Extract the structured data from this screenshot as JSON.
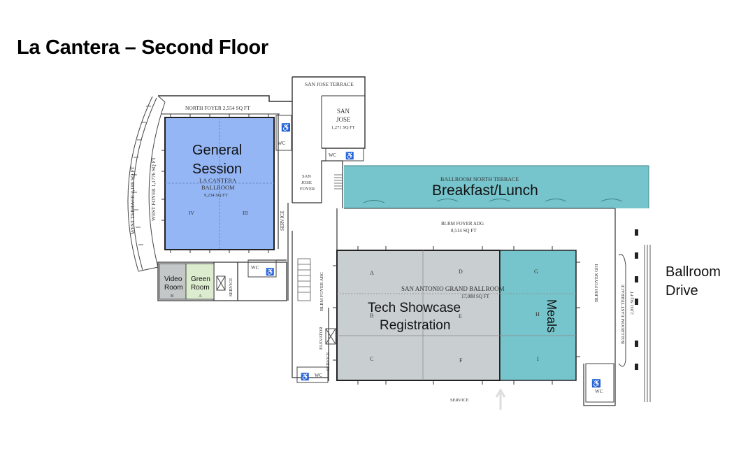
{
  "title": "La Cantera – Second Floor",
  "labels": {
    "san_jose_terrace": "SAN JOSE TERRACE",
    "north_foyer": "NORTH FOYER 2,554 SQ FT",
    "san_jose": "SAN",
    "san_jose_2": "JOSE",
    "san_jose_sqft": "1,271 SQ FT",
    "wc": "WC",
    "west_terrace": "WEST TERRACE 2,188 SQ FT",
    "west_foyer": "WEST FOYER 1,1776 SQ FT",
    "la_cantera_ballroom_1": "LA CANTERA",
    "la_cantera_ballroom_2": "BALLROOM",
    "la_cantera_sqft": "9,234 SQ FT",
    "room_iv": "IV",
    "room_iii": "III",
    "san_jose_foyer_1": "SAN",
    "san_jose_foyer_2": "JOSE",
    "san_jose_foyer_3": "FOYER",
    "service": "SERVICE",
    "ballroom_north_terrace": "BALLROOM NORTH TERRACE",
    "blrm_foyer_adg": "BLRM FOYER ADG",
    "blrm_foyer_adg_sqft": "8,514 SQ FT",
    "san_antonio_grand_ballroom": "SAN ANTONIO GRAND BALLROOM",
    "san_antonio_sqft": "17,088 SQ FT",
    "sec_a": "A",
    "sec_b": "B",
    "sec_c": "C",
    "sec_d": "D",
    "sec_e": "E",
    "sec_f": "F",
    "sec_g": "G",
    "sec_h": "H",
    "sec_i": "I",
    "blrm_foyer_abc": "BLRM FOYER ABC",
    "elevator": "ELEVATOR",
    "blrm_foyer_ghi": "BLRM FOYER GHI",
    "ballroom_east_terrace": "BALLROOM EAST TERRACE",
    "east_terrace_sqft": "2,032 SQ FT",
    "service_bottom": "SERVICE",
    "room_b": "B",
    "room_a": "A"
  },
  "zones": {
    "general_session_1": "General",
    "general_session_2": "Session",
    "breakfast_lunch": "Breakfast/Lunch",
    "tech_showcase_1": "Tech Showcase",
    "tech_showcase_2": "Registration",
    "meals": "Meals",
    "video_room_1": "Video",
    "video_room_2": "Room",
    "green_room_1": "Green",
    "green_room_2": "Room",
    "ballroom_drive_1": "Ballroom",
    "ballroom_drive_2": "Drive"
  },
  "colors": {
    "general_session": "#94b6f4",
    "breakfast_lunch": "#77c5cc",
    "tech_showcase": "#c9ced1",
    "meals": "#77c5cc",
    "video_room": "#c3c7c8",
    "green_room": "#dceccf",
    "wall": "#333333"
  }
}
